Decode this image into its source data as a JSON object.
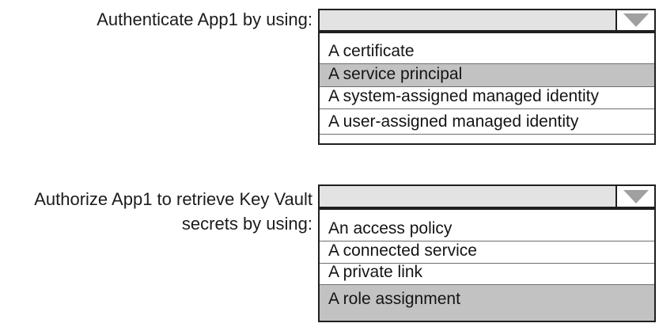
{
  "colors": {
    "selected_option_bg": "#c2c2c2",
    "dropdown_header_bg": "#e3e3e3",
    "arrow_icon": "#a0a0a0",
    "box_border": "#1f1f1f"
  },
  "questions": [
    {
      "label_lines": [
        "Authenticate App1 by using:"
      ],
      "dropdown": {
        "value": "",
        "options": [
          {
            "label": "A certificate",
            "selected": false
          },
          {
            "label": "A service principal",
            "selected": true
          },
          {
            "label": "A system-assigned managed identity",
            "selected": false
          },
          {
            "label": "A user-assigned managed identity",
            "selected": false
          }
        ]
      }
    },
    {
      "label_lines": [
        "Authorize App1 to retrieve Key Vault",
        "secrets by using:"
      ],
      "dropdown": {
        "value": "",
        "options": [
          {
            "label": "An access policy",
            "selected": false
          },
          {
            "label": "A connected service",
            "selected": false
          },
          {
            "label": "A private link",
            "selected": false
          },
          {
            "label": "A role assignment",
            "selected": true
          }
        ]
      }
    }
  ]
}
